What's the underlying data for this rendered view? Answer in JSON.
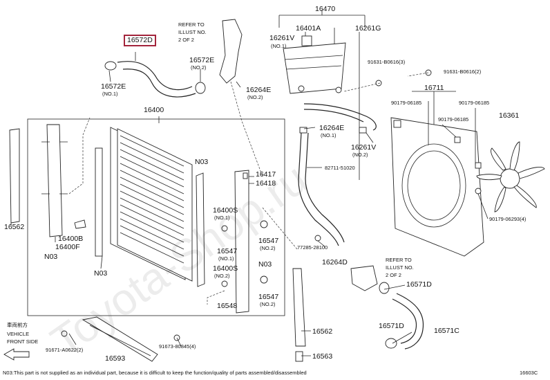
{
  "highlight_color": "#a3243b",
  "labels": {
    "p16470": "16470",
    "p16401a": "16401A",
    "p16261g": "16261G",
    "p16261v_top": "16261V",
    "no1_a": "(NO.1)",
    "p16572d": "16572D",
    "refer_top_1": "REFER TO",
    "refer_top_2": "ILLUST NO.",
    "refer_top_3": "2 OF 2",
    "p16572e_no2": "16572E",
    "no2_a": "(NO.2)",
    "p16572e_no1": "16572E",
    "no1_b": "(NO.1)",
    "p16264e_top": "16264E",
    "no2_b": "(NO.2)",
    "p91631_3": "91631-B0616(3)",
    "p91631_2": "91631-B0616(2)",
    "p16711": "16711",
    "p90179_a": "90179-06185",
    "p90179_b": "90179-06185",
    "p90179_c": "90179-06185",
    "p16361": "16361",
    "p16400": "16400",
    "p16264e_mid": "16264E",
    "no1_c": "(NO.1)",
    "p16261v_mid": "16261V",
    "no2_c": "(NO.2)",
    "p82711": "82711-51020",
    "p16417": "16417",
    "p16418": "16418",
    "n03_a": "N03",
    "p16562_left": "16562",
    "p16400b": "16400B",
    "p16400f": "16400F",
    "n03_b": "N03",
    "n03_c": "N03",
    "p16400s_a": "16400S",
    "no1_d": "(NO.1)",
    "p16547_a": "16547",
    "no1_e": "(NO.1)",
    "p16547_b": "16547",
    "no2_d": "(NO.2)",
    "p16400s_b": "16400S",
    "no2_e": "(NO.2)",
    "n03_d": "N03",
    "p16548": "16548",
    "p16547_c": "16547",
    "no2_f": "(NO.2)",
    "p90179_06293": "90179-06293(4)",
    "p77285": "77285-28100",
    "p16264d": "16264D",
    "refer_bot_1": "REFER TO",
    "refer_bot_2": "ILLUST NO.",
    "refer_bot_3": "2 OF 2",
    "p16571d_a": "16571D",
    "p16571d_b": "16571D",
    "p16571c": "16571C",
    "p16562_bot": "16562",
    "p16563": "16563",
    "front_jp": "車両前方",
    "front_1": "VEHICLE",
    "front_2": "FRONT SIDE",
    "p91671": "91671-A0622(2)",
    "p16593": "16593",
    "p91673": "91673-80845(4)",
    "footnote": "N03:This part is not supplied as an individual part, because it is difficult to keep the function/quality of parts assembled/disassembled",
    "fig_code": "16603C",
    "watermark": "Toyota-Shop.ru"
  }
}
